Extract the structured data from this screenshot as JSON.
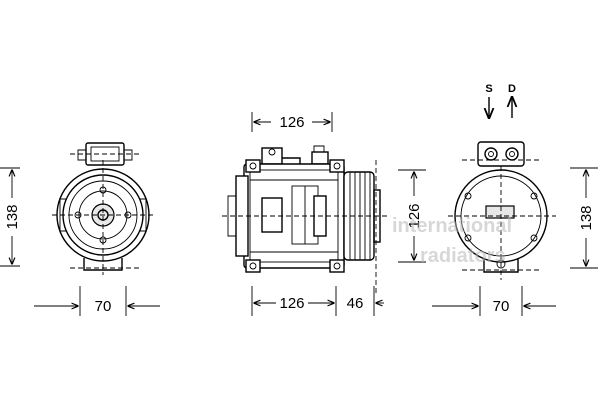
{
  "views": {
    "front": {
      "height_label": "138",
      "width_label": "70"
    },
    "side": {
      "top_label": "126",
      "height_label": "126",
      "body_label": "126",
      "pulley_label": "46"
    },
    "rear": {
      "height_label": "138",
      "width_label": "70",
      "suction_label": "S",
      "discharge_label": "D"
    }
  },
  "watermark": {
    "line1": "international",
    "line2": "radiators"
  }
}
